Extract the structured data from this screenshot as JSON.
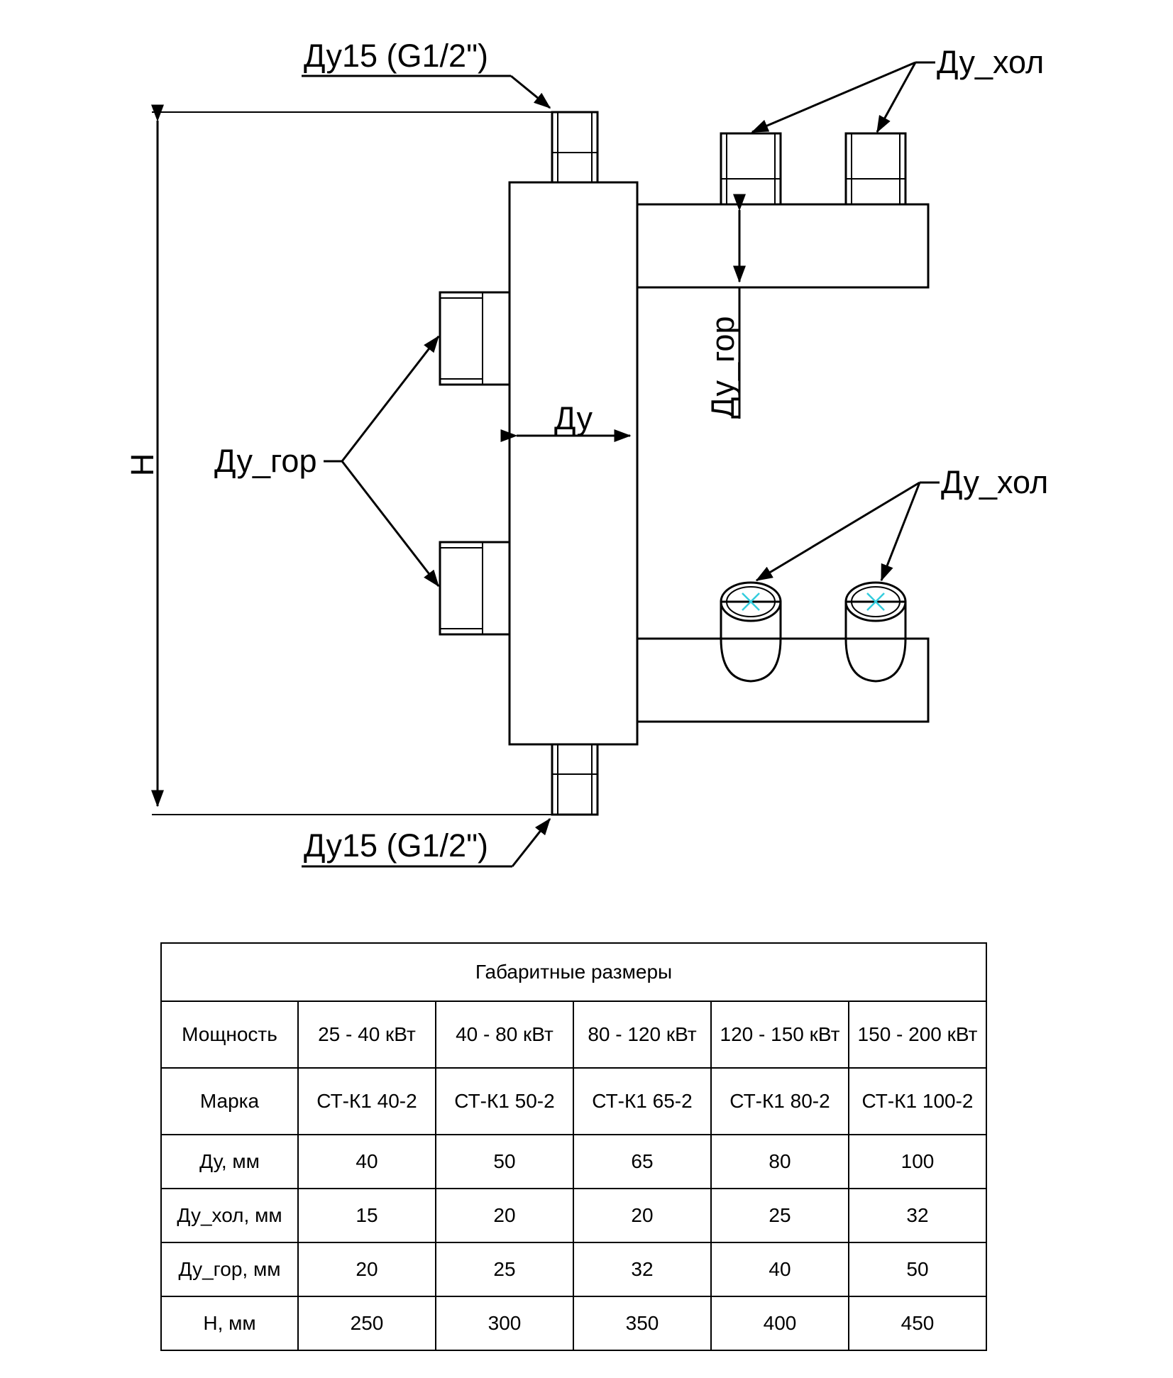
{
  "labels": {
    "top_fitting": "Ду15 (G1/2\")",
    "bottom_fitting": "Ду15 (G1/2\")",
    "cold_top": "Ду_хол",
    "cold_bottom": "Ду_хол",
    "hot_left": "Ду_гор",
    "hot_right": "Ду_гор",
    "body_diameter": "Ду",
    "height": "Н"
  },
  "table": {
    "title": "Габаритные размеры",
    "rows": [
      {
        "header": "Мощность",
        "cells": [
          "25 - 40 кВт",
          "40 - 80 кВт",
          "80 - 120 кВт",
          "120 - 150 кВт",
          "150 - 200 кВт"
        ]
      },
      {
        "header": "Марка",
        "cells": [
          "СТ-К1 40-2",
          "СТ-К1 50-2",
          "СТ-К1 65-2",
          "СТ-К1 80-2",
          "СТ-К1 100-2"
        ]
      },
      {
        "header": "Ду, мм",
        "cells": [
          "40",
          "50",
          "65",
          "80",
          "100"
        ]
      },
      {
        "header": "Ду_хол, мм",
        "cells": [
          "15",
          "20",
          "20",
          "25",
          "32"
        ]
      },
      {
        "header": "Ду_гор, мм",
        "cells": [
          "20",
          "25",
          "32",
          "40",
          "50"
        ]
      },
      {
        "header": "Н, мм",
        "cells": [
          "250",
          "300",
          "350",
          "400",
          "450"
        ]
      }
    ]
  }
}
